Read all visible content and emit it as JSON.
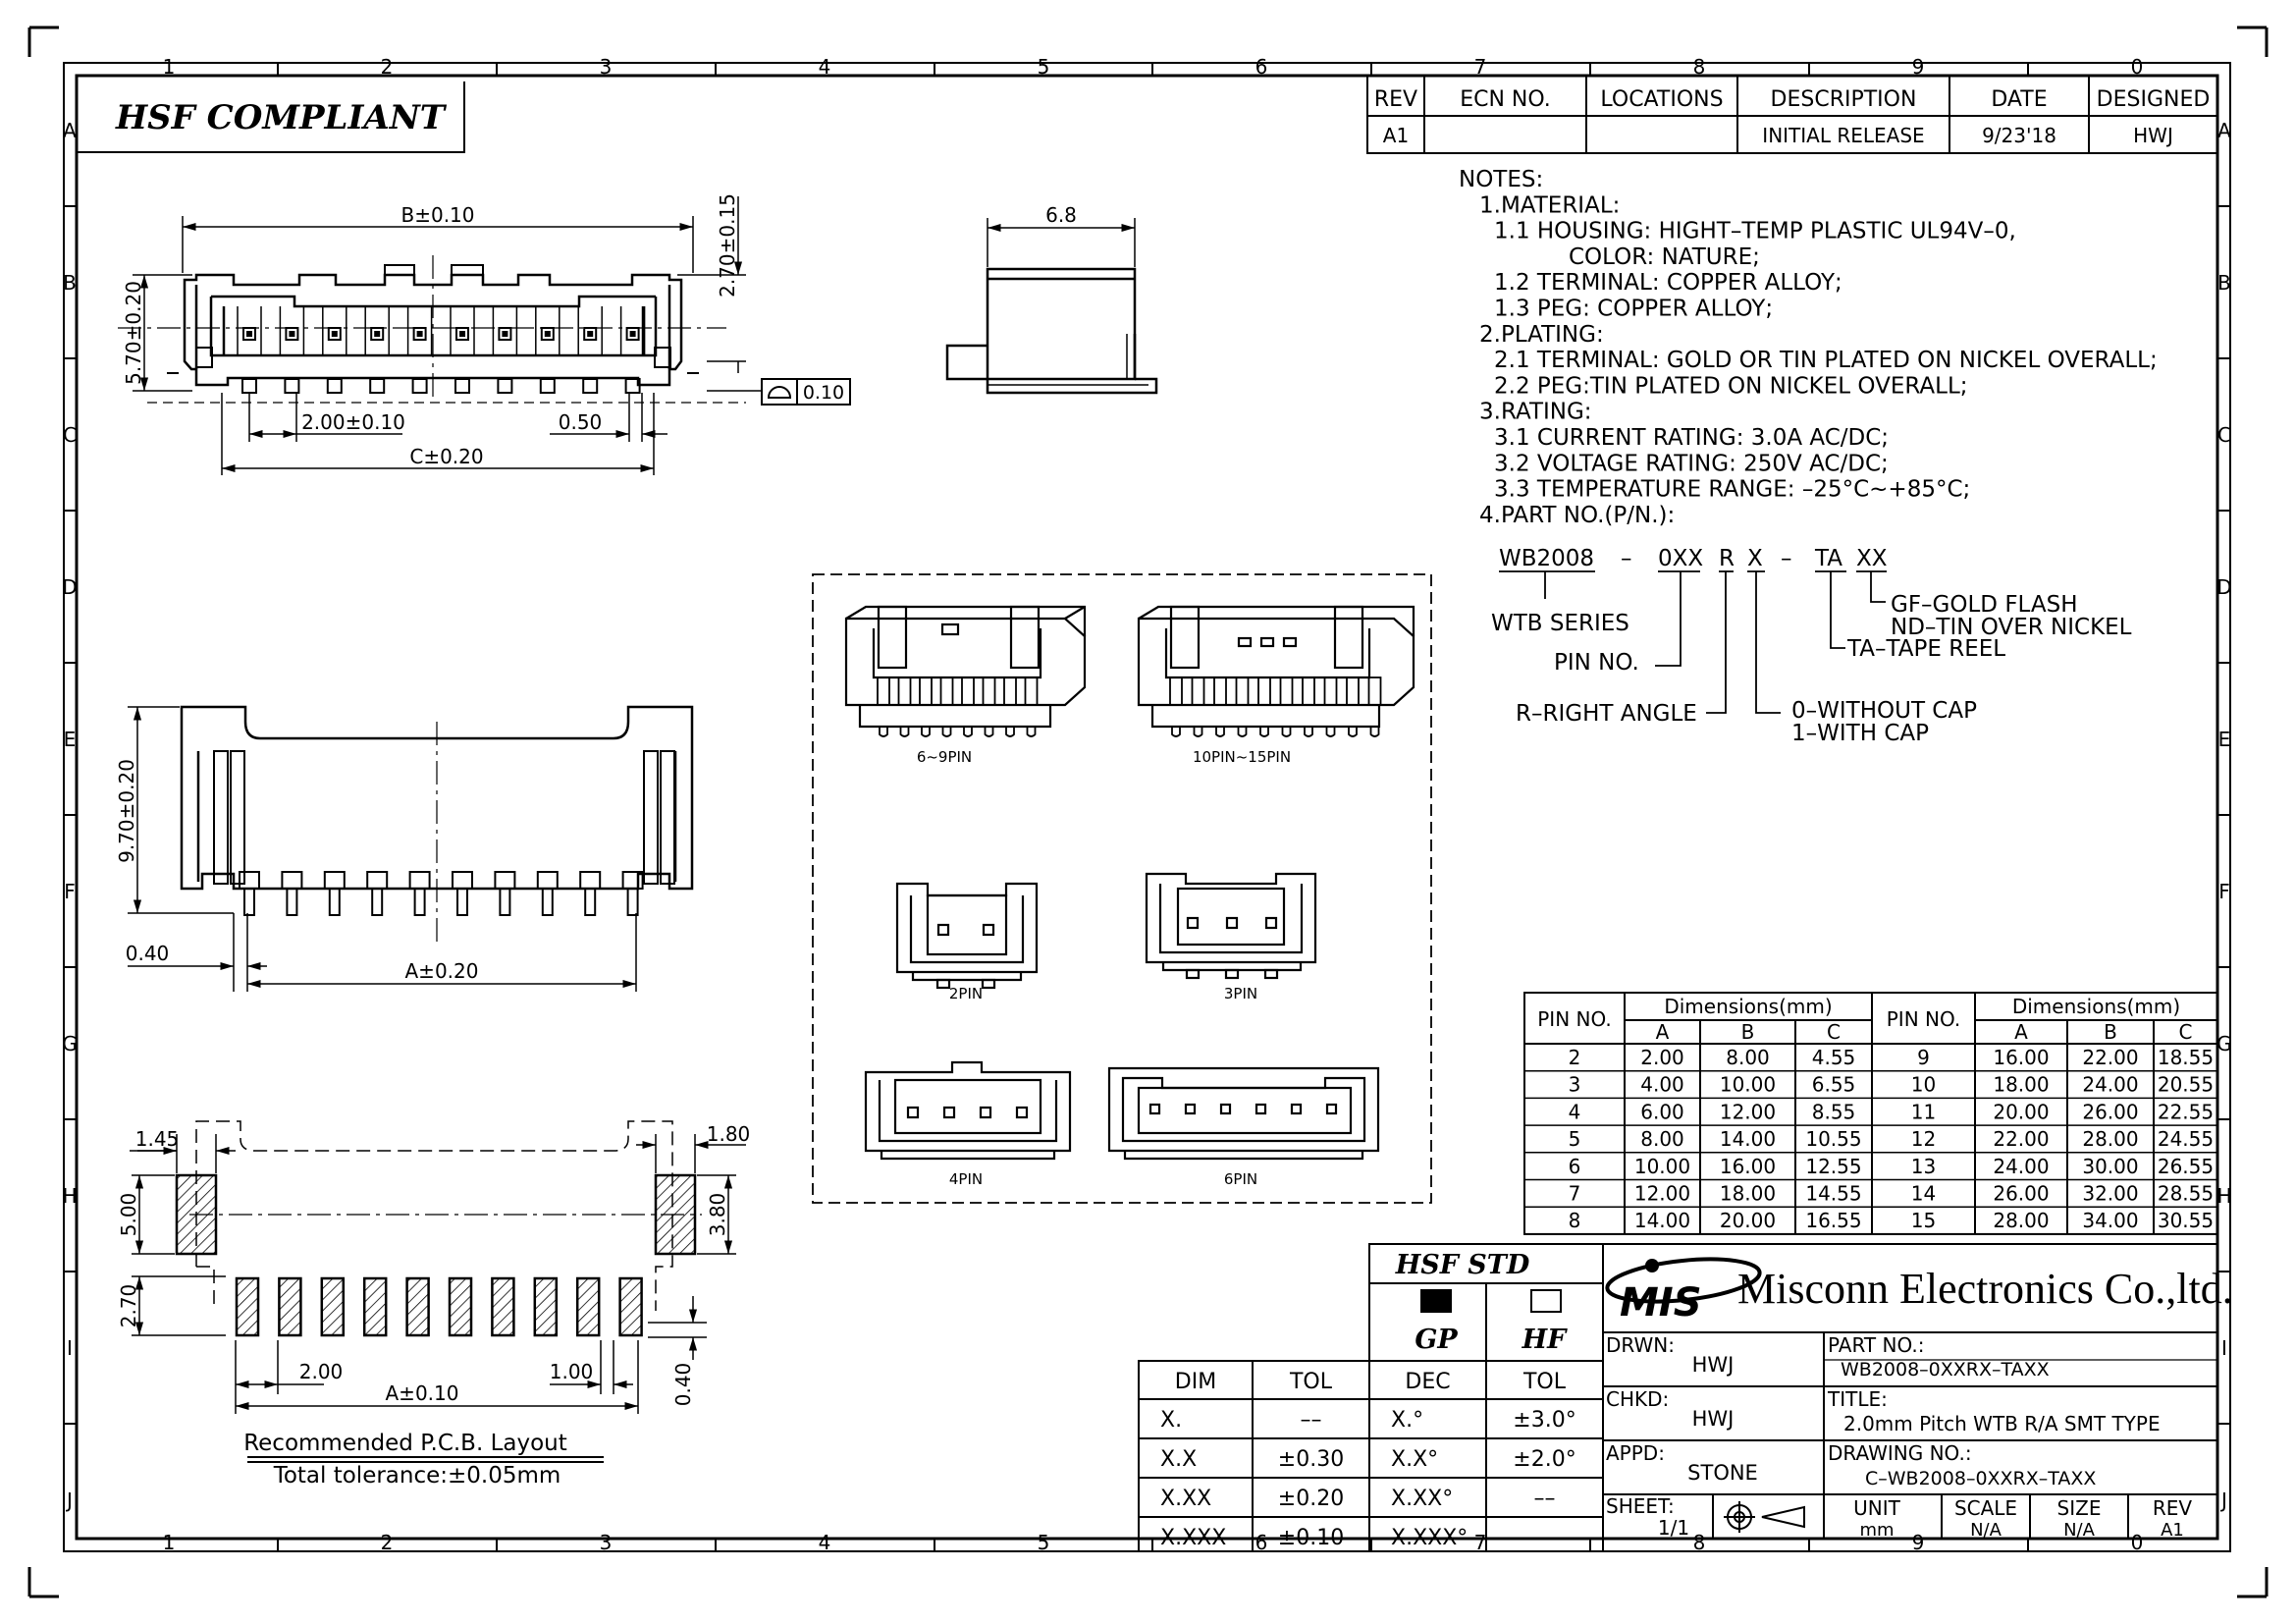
{
  "zones": {
    "columns": [
      "1",
      "2",
      "3",
      "4",
      "5",
      "6",
      "7",
      "8",
      "9",
      "0"
    ],
    "rows": [
      "A",
      "B",
      "C",
      "D",
      "E",
      "F",
      "G",
      "H",
      "I",
      "J"
    ]
  },
  "compliance_stamp": "HSF  COMPLIANT",
  "revision_table": {
    "headers": [
      "REV",
      "ECN  NO.",
      "LOCATIONS",
      "DESCRIPTION",
      "DATE",
      "DESIGNED"
    ],
    "rows": [
      [
        "A1",
        "",
        "",
        "INITIAL  RELEASE",
        "9/23'18",
        "HWJ"
      ]
    ]
  },
  "notes": [
    "NOTES:",
    "1.MATERIAL:",
    "1.1  HOUSING:  HIGHT–TEMP  PLASTIC  UL94V–0,",
    "COLOR:  NATURE;",
    "1.2  TERMINAL:  COPPER  ALLOY;",
    "1.3  PEG:  COPPER  ALLOY;",
    "2.PLATING:",
    "2.1  TERMINAL:  GOLD  OR  TIN  PLATED  ON  NICKEL  OVERALL;",
    "2.2  PEG:TIN  PLATED  ON  NICKEL  OVERALL;",
    "3.RATING:",
    "3.1  CURRENT  RATING:  3.0A  AC/DC;",
    "3.2  VOLTAGE  RATING:  250V  AC/DC;",
    "3.3  TEMPERATURE  RANGE:  –25°C~+85°C;",
    "4.PART  NO.(P/N.):"
  ],
  "part_number_breakdown": {
    "code": [
      "WB2008",
      "–",
      "0XX",
      "R",
      "X",
      "–",
      "TA",
      "XX"
    ],
    "labels": {
      "series": "WTB  SERIES",
      "pin": "PIN  NO.",
      "angle": "R–RIGHT  ANGLE",
      "cap0": "0–WITHOUT  CAP",
      "cap1": "1–WITH  CAP",
      "tape": "TA–TAPE  REEL",
      "gf": "GF–GOLD  FLASH",
      "nd": "ND–TIN  OVER  NICKEL"
    }
  },
  "dimensions": {
    "top_b": "B±0.10",
    "top_height": "5.70±0.20",
    "top_peg": "2.70±0.15",
    "top_pitch": "2.00±0.10",
    "top_gap": "0.50",
    "top_c": "C±0.20",
    "flatness": "0.10",
    "side_width": "6.8",
    "front_height": "9.70±0.20",
    "front_offset": "0.40",
    "front_a": "A±0.20",
    "pcb_145": "1.45",
    "pcb_180": "1.80",
    "pcb_500": "5.00",
    "pcb_380": "3.80",
    "pcb_270": "2.70",
    "pcb_200": "2.00",
    "pcb_100": "1.00",
    "pcb_040": "0.40",
    "pcb_a": "A±0.10"
  },
  "pcb_layout": {
    "title": "Recommended  P.C.B.  Layout",
    "tolerance": "Total  tolerance:±0.05mm"
  },
  "variant_labels": [
    "6~9PIN",
    "10PIN~15PIN",
    "2PIN",
    "3PIN",
    "4PIN",
    "6PIN"
  ],
  "dimension_table": {
    "pin_header": "PIN  NO.",
    "dim_header": "Dimensions(mm)",
    "cols": [
      "A",
      "B",
      "C"
    ],
    "left": [
      [
        "2",
        "2.00",
        "8.00",
        "4.55"
      ],
      [
        "3",
        "4.00",
        "10.00",
        "6.55"
      ],
      [
        "4",
        "6.00",
        "12.00",
        "8.55"
      ],
      [
        "5",
        "8.00",
        "14.00",
        "10.55"
      ],
      [
        "6",
        "10.00",
        "16.00",
        "12.55"
      ],
      [
        "7",
        "12.00",
        "18.00",
        "14.55"
      ],
      [
        "8",
        "14.00",
        "20.00",
        "16.55"
      ]
    ],
    "right": [
      [
        "9",
        "16.00",
        "22.00",
        "18.55"
      ],
      [
        "10",
        "18.00",
        "24.00",
        "20.55"
      ],
      [
        "11",
        "20.00",
        "26.00",
        "22.55"
      ],
      [
        "12",
        "22.00",
        "28.00",
        "24.55"
      ],
      [
        "13",
        "24.00",
        "30.00",
        "26.55"
      ],
      [
        "14",
        "26.00",
        "32.00",
        "28.55"
      ],
      [
        "15",
        "28.00",
        "34.00",
        "30.55"
      ]
    ]
  },
  "tolerance_table": {
    "linear_headers": [
      "DIM",
      "TOL"
    ],
    "linear": [
      [
        "X.",
        "––"
      ],
      [
        "X.X",
        "±0.30"
      ],
      [
        "X.XX",
        "±0.20"
      ],
      [
        "X.XXX",
        "±0.10"
      ]
    ],
    "angular_headers": [
      "DEC",
      "TOL"
    ],
    "angular": [
      [
        "X.°",
        "±3.0°"
      ],
      [
        "X.X°",
        "±2.0°"
      ],
      [
        "X.XX°",
        "––"
      ],
      [
        "X.XXX°",
        "––"
      ]
    ]
  },
  "hsf_std": {
    "title": "HSF  STD",
    "gp": "GP",
    "hf": "HF"
  },
  "title_block": {
    "logo": "MIS",
    "company": "Misconn Electronics Co.,ltd.",
    "drwn_label": "DRWN:",
    "drwn": "HWJ",
    "chkd_label": "CHKD:",
    "chkd": "HWJ",
    "appd_label": "APPD:",
    "appd": "STONE",
    "part_no_label": "PART  NO.:",
    "part_no": "WB2008–0XXRX–TAXX",
    "title_label": "TITLE:",
    "title": "2.0mm  Pitch  WTB  R/A  SMT  TYPE",
    "drawing_no_label": "DRAWING  NO.:",
    "drawing_no": "C–WB2008–0XXRX–TAXX",
    "sheet_label": "SHEET:",
    "sheet": "1/1",
    "unit_label": "UNIT",
    "unit": "mm",
    "scale_label": "SCALE",
    "scale": "N/A",
    "size_label": "SIZE",
    "size": "N/A",
    "rev_label": "REV",
    "rev": "A1"
  }
}
